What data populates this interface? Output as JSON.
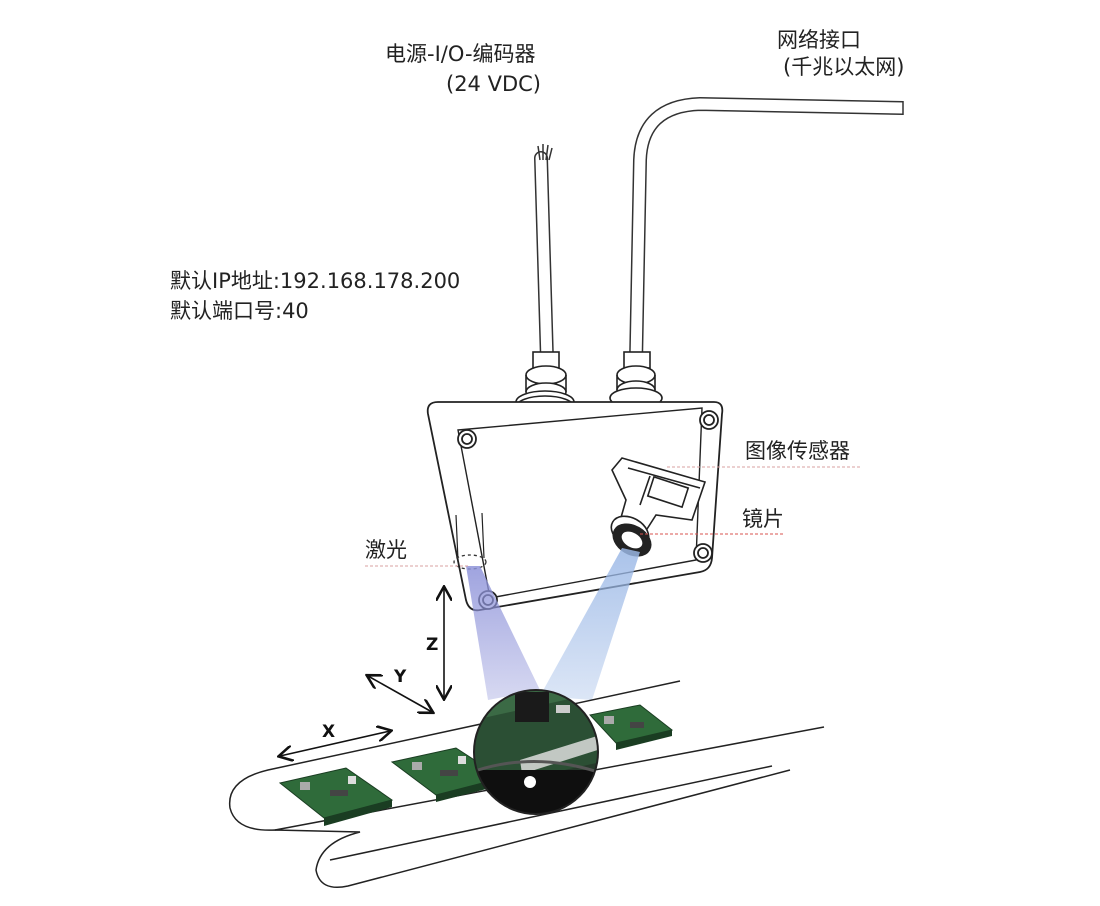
{
  "labels": {
    "power_line1": "电源-I/O-编码器",
    "power_line2": "(24 VDC)",
    "network_line1": "网络接口",
    "network_line2": "(千兆以太网)",
    "ip_line": "默认IP地址:192.168.178.200",
    "port_line": "默认端口号:40",
    "image_sensor": "图像传感器",
    "lens": "镜片",
    "laser": "激光"
  },
  "axes": {
    "x": "X",
    "y": "Y",
    "z": "Z"
  },
  "colors": {
    "outline": "#222222",
    "leader_line": "#d9534f",
    "laser_beam": "#8e93d9",
    "camera_beam": "#9bb8e6",
    "pcb_green": "#2f6b3a"
  }
}
